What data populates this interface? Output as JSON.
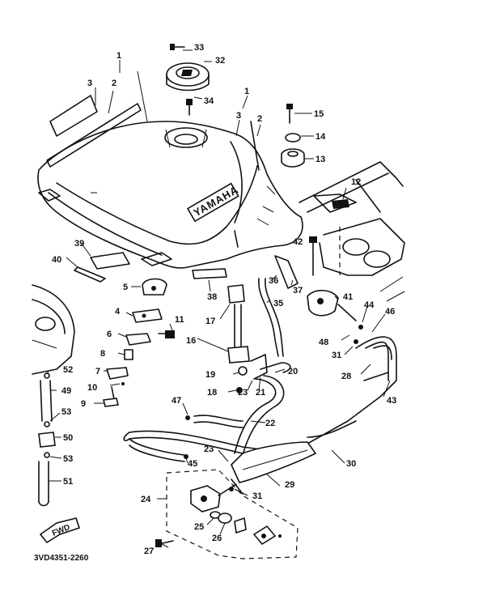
{
  "catalog_code": "3VD4351-2260",
  "direction_arrow": "FWD",
  "brand_mark": "YAMAHA",
  "callouts": [
    {
      "id": "c1a",
      "text": "1"
    },
    {
      "id": "c2a",
      "text": "2"
    },
    {
      "id": "c3a",
      "text": "3"
    },
    {
      "id": "c1b",
      "text": "1"
    },
    {
      "id": "c2b",
      "text": "2"
    },
    {
      "id": "c3b",
      "text": "3"
    },
    {
      "id": "c33",
      "text": "33"
    },
    {
      "id": "c32",
      "text": "32"
    },
    {
      "id": "c34",
      "text": "34"
    },
    {
      "id": "c15",
      "text": "15"
    },
    {
      "id": "c14",
      "text": "14"
    },
    {
      "id": "c13",
      "text": "13"
    },
    {
      "id": "c12",
      "text": "12"
    },
    {
      "id": "c42",
      "text": "42"
    },
    {
      "id": "c39",
      "text": "39"
    },
    {
      "id": "c40",
      "text": "40"
    },
    {
      "id": "c5",
      "text": "5"
    },
    {
      "id": "c38",
      "text": "38"
    },
    {
      "id": "c36",
      "text": "36"
    },
    {
      "id": "c37",
      "text": "37"
    },
    {
      "id": "c35",
      "text": "35"
    },
    {
      "id": "c41",
      "text": "41"
    },
    {
      "id": "c44",
      "text": "44"
    },
    {
      "id": "c46",
      "text": "46"
    },
    {
      "id": "c4",
      "text": "4"
    },
    {
      "id": "c11",
      "text": "11"
    },
    {
      "id": "c17",
      "text": "17"
    },
    {
      "id": "c48",
      "text": "48"
    },
    {
      "id": "c6",
      "text": "6"
    },
    {
      "id": "c16",
      "text": "16"
    },
    {
      "id": "c31a",
      "text": "31"
    },
    {
      "id": "c8",
      "text": "8"
    },
    {
      "id": "c52",
      "text": "52"
    },
    {
      "id": "c7",
      "text": "7"
    },
    {
      "id": "c19",
      "text": "19"
    },
    {
      "id": "c20",
      "text": "20"
    },
    {
      "id": "c28",
      "text": "28"
    },
    {
      "id": "c49",
      "text": "49"
    },
    {
      "id": "c10",
      "text": "10"
    },
    {
      "id": "c18",
      "text": "18"
    },
    {
      "id": "c23a",
      "text": "23"
    },
    {
      "id": "c21",
      "text": "21"
    },
    {
      "id": "c43",
      "text": "43"
    },
    {
      "id": "c9",
      "text": "9"
    },
    {
      "id": "c47",
      "text": "47"
    },
    {
      "id": "c53a",
      "text": "53"
    },
    {
      "id": "c22",
      "text": "22"
    },
    {
      "id": "c50",
      "text": "50"
    },
    {
      "id": "c23b",
      "text": "23"
    },
    {
      "id": "c53b",
      "text": "53"
    },
    {
      "id": "c45",
      "text": "45"
    },
    {
      "id": "c30",
      "text": "30"
    },
    {
      "id": "c51",
      "text": "51"
    },
    {
      "id": "c29",
      "text": "29"
    },
    {
      "id": "c24",
      "text": "24"
    },
    {
      "id": "c31b",
      "text": "31"
    },
    {
      "id": "c25",
      "text": "25"
    },
    {
      "id": "c26",
      "text": "26"
    },
    {
      "id": "c27",
      "text": "27"
    }
  ],
  "colors": {
    "ink": "#111111",
    "paper": "#ffffff"
  }
}
